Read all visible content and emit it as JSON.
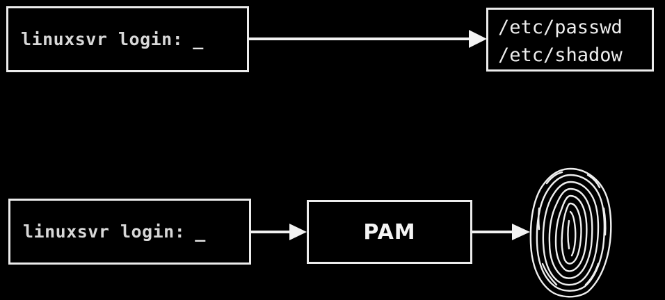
{
  "login_top": {
    "prompt": "linuxsvr login:",
    "cursor": "_"
  },
  "files": {
    "line1": "/etc/passwd",
    "line2": "/etc/shadow"
  },
  "login_bottom": {
    "prompt": "linuxsvr login:",
    "cursor": "_"
  },
  "pam": {
    "label": "PAM"
  },
  "icons": {
    "fingerprint": "fingerprint-icon"
  },
  "colors": {
    "background": "#000000",
    "foreground": "#ececec"
  }
}
